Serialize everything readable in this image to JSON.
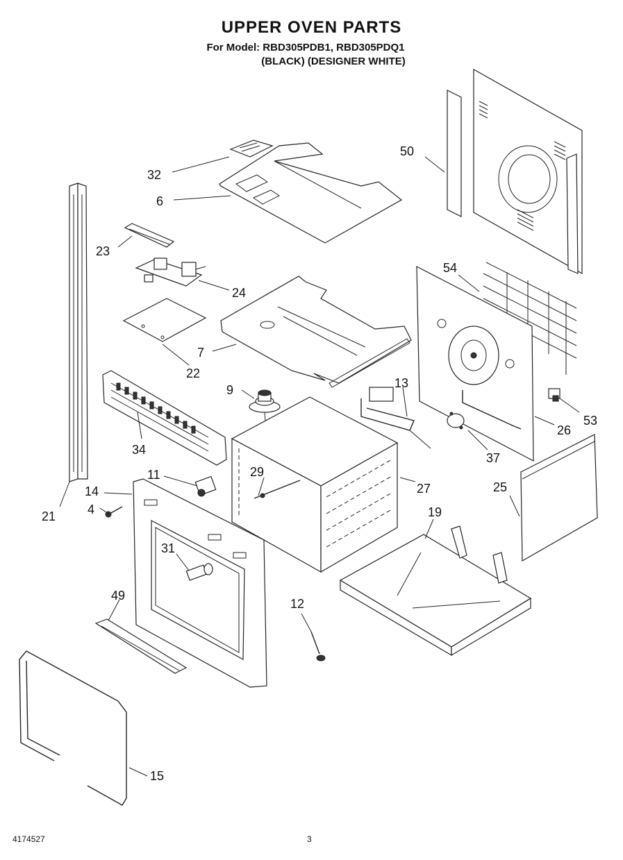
{
  "header": {
    "title": "UPPER OVEN PARTS",
    "model_line": "For Model: RBD305PDB1, RBD305PDQ1",
    "variant_line": "(BLACK) (DESIGNER WHITE)"
  },
  "footer": {
    "doc_number": "4174527",
    "page_number": "3"
  },
  "callouts": [
    "32",
    "6",
    "50",
    "23",
    "24",
    "54",
    "7",
    "22",
    "9",
    "13",
    "34",
    "53",
    "26",
    "37",
    "11",
    "29",
    "27",
    "14",
    "4",
    "25",
    "21",
    "19",
    "31",
    "49",
    "12",
    "15"
  ]
}
